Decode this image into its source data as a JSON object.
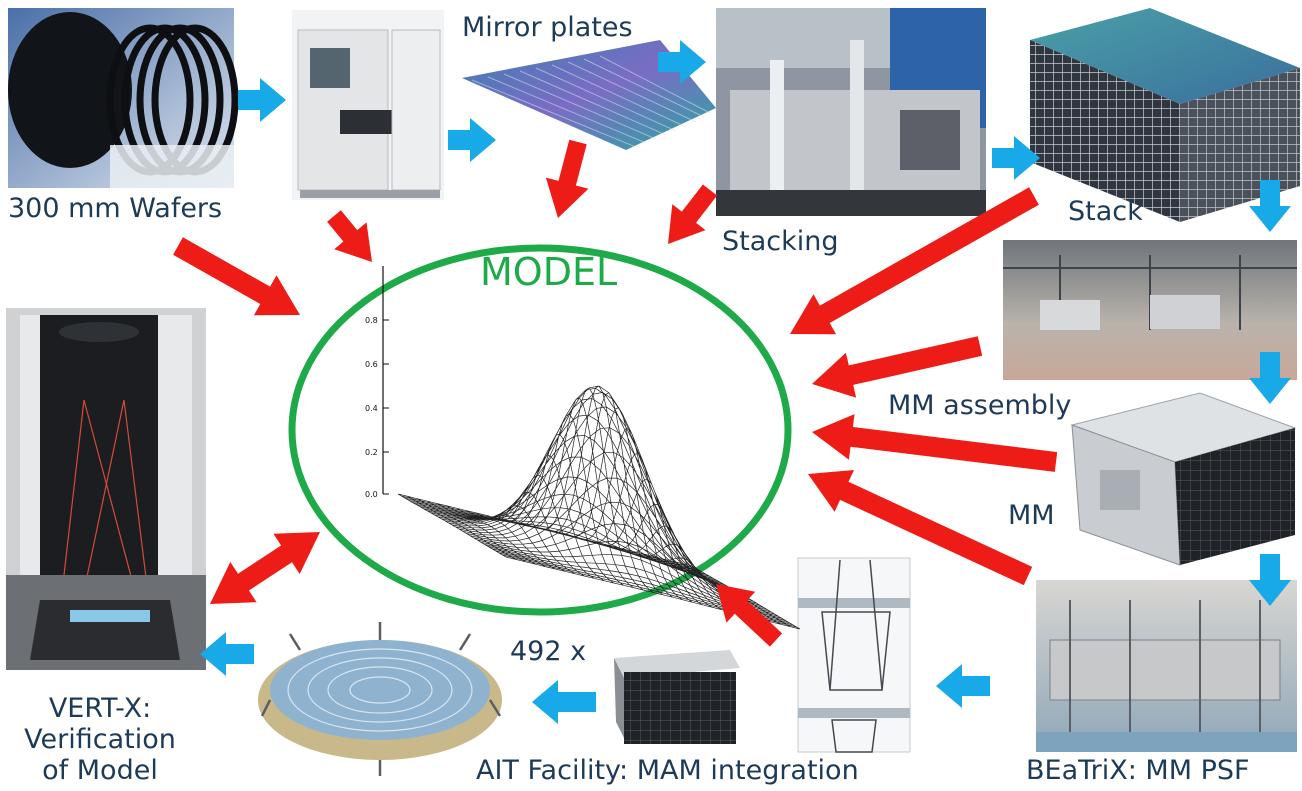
{
  "labels": {
    "wafers": "300 mm Wafers",
    "mirror_plates": "Mirror plates",
    "stacking": "Stacking",
    "stack": "Stack",
    "mm_assembly": "MM assembly",
    "mm": "MM",
    "beatrix": "BEaTriX: MM PSF",
    "ait": "AIT Facility: MAM integration",
    "count": "492 x",
    "vertx_line1": "VERT-X:",
    "vertx_line2": "Verification",
    "vertx_line3": "of Model",
    "model": "MODEL"
  },
  "plot": {
    "z_ticks": [
      "0.8",
      "0.6",
      "0.4",
      "0.2",
      "0.0"
    ]
  },
  "colors": {
    "red_arrow": "#ee1c17",
    "blue_arrow": "#17a9e8",
    "model_green": "#1faa4a",
    "label_text": "#1d3a57"
  }
}
